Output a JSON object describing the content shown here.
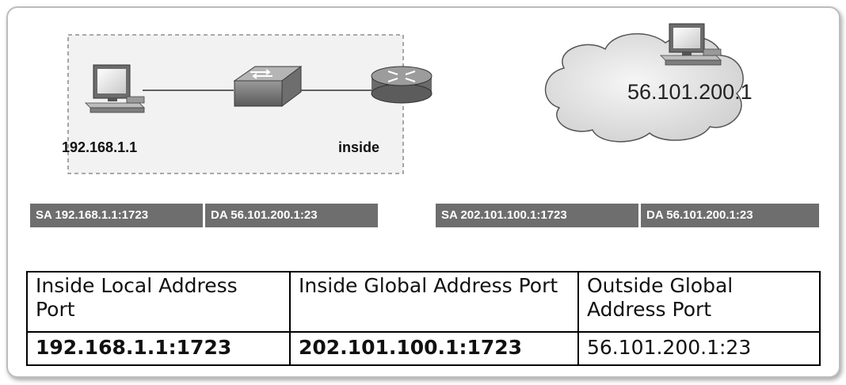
{
  "diagram": {
    "left_host_ip": "192.168.1.1",
    "router_side_label": "inside",
    "remote_host_ip": "56.101.200.1"
  },
  "packets": {
    "inside": {
      "source": "SA 192.168.1.1:1723",
      "destination": "DA 56.101.200.1:23"
    },
    "outside": {
      "source": "SA 202.101.100.1:1723",
      "destination": "DA 56.101.200.1:23"
    }
  },
  "nat_table": {
    "headers": [
      "Inside Local Address Port",
      "Inside Global Address Port",
      "Outside Global Address Port"
    ],
    "rows": [
      [
        "192.168.1.1:1723",
        "202.101.100.1:1723",
        "56.101.200.1:23"
      ]
    ]
  },
  "colors": {
    "packet_bg": "#6e6e6e",
    "device_gray": "#8a8a8a"
  },
  "icons": [
    "pc-icon",
    "switch-icon",
    "router-icon",
    "cloud-icon"
  ]
}
